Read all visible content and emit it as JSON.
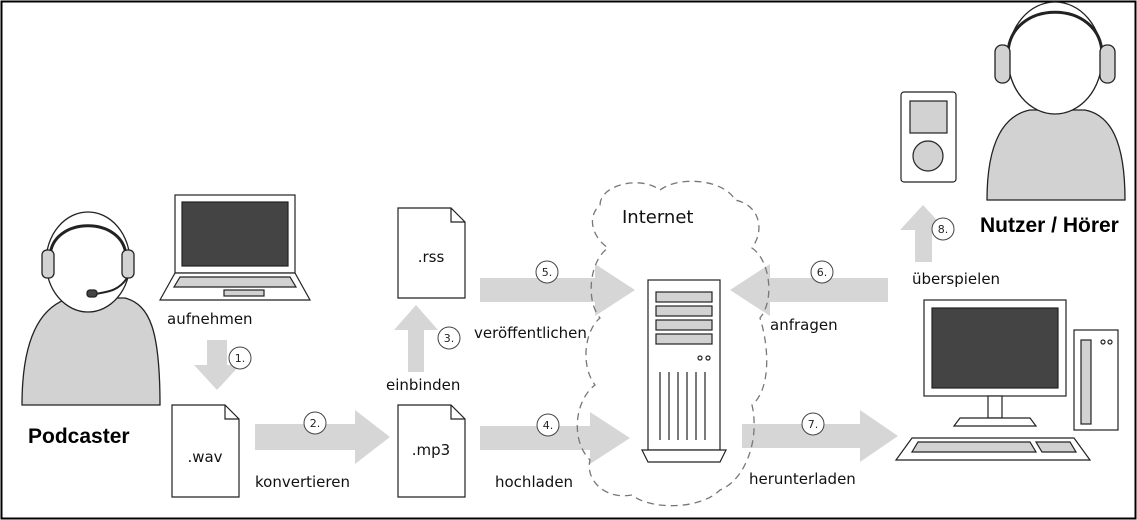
{
  "actors": {
    "podcaster": "Podcaster",
    "listener": "Nutzer / Hörer"
  },
  "cloud_label": "Internet",
  "files": {
    "wav": ".wav",
    "mp3": ".mp3",
    "rss": ".rss"
  },
  "steps": [
    {
      "num": "1.",
      "label": "aufnehmen"
    },
    {
      "num": "2.",
      "label": "konvertieren"
    },
    {
      "num": "3.",
      "label": "einbinden"
    },
    {
      "num": "4.",
      "label": "hochladen"
    },
    {
      "num": "5.",
      "label": "veröffentlichen"
    },
    {
      "num": "6.",
      "label": "anfragen"
    },
    {
      "num": "7.",
      "label": "herunterladen"
    },
    {
      "num": "8.",
      "label": "überspielen"
    }
  ],
  "colors": {
    "arrow": "#d6d6d6",
    "screen": "#444444",
    "device": "#d2d2d2",
    "outline": "#222222"
  }
}
